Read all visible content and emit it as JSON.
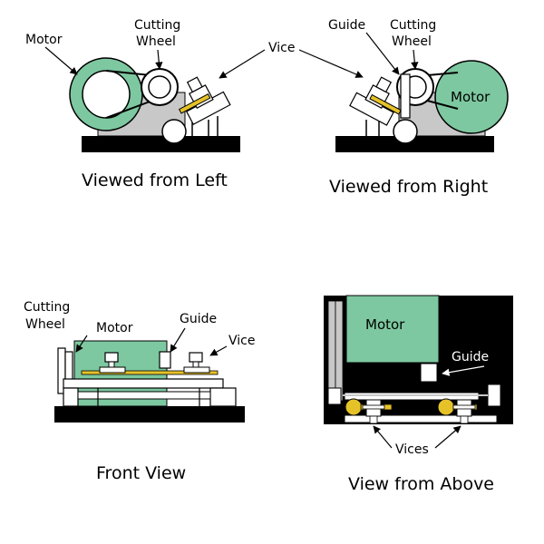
{
  "colors": {
    "motor": "#7dc8a0",
    "brass": "#e6c229",
    "base": "#000000",
    "housing": "#c8c8c8",
    "background": "#ffffff"
  },
  "panels": {
    "left": {
      "caption": "Viewed from Left",
      "labels": {
        "motor": "Motor",
        "cutting_wheel_1": "Cutting",
        "cutting_wheel_2": "Wheel",
        "vice": "Vice"
      }
    },
    "right": {
      "caption": "Viewed from Right",
      "labels": {
        "guide": "Guide",
        "cutting_wheel_1": "Cutting",
        "cutting_wheel_2": "Wheel",
        "motor": "Motor"
      }
    },
    "front": {
      "caption": "Front View",
      "labels": {
        "cutting_wheel_1": "Cutting",
        "cutting_wheel_2": "Wheel",
        "motor": "Motor",
        "guide": "Guide",
        "vice": "Vice"
      }
    },
    "above": {
      "caption": "View from Above",
      "labels": {
        "motor": "Motor",
        "guide": "Guide",
        "vices": "Vices"
      }
    }
  }
}
